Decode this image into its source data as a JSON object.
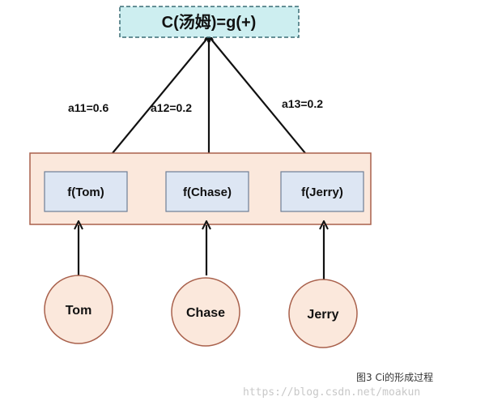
{
  "diagram": {
    "top_node": {
      "label": "C(汤姆)=g(+)"
    },
    "weights": [
      {
        "label": "a11=0.6"
      },
      {
        "label": "a12=0.2"
      },
      {
        "label": "a13=0.2"
      }
    ],
    "functions": [
      {
        "label": "f(Tom)"
      },
      {
        "label": "f(Chase)"
      },
      {
        "label": "f(Jerry)"
      }
    ],
    "inputs": [
      {
        "label": "Tom"
      },
      {
        "label": "Chase"
      },
      {
        "label": "Jerry"
      }
    ],
    "caption": "图3 Ci的形成过程",
    "watermark": "https://blog.csdn.net/moakun",
    "colors": {
      "top_fill": "#cdeef0",
      "top_border": "#3a6b74",
      "container_fill": "#fbe8dc",
      "container_border": "#a9614c",
      "function_fill": "#dde6f3",
      "function_border": "#6e7f96",
      "input_fill": "#fbe8dc",
      "input_border": "#a9614c",
      "line": "#111111"
    }
  }
}
